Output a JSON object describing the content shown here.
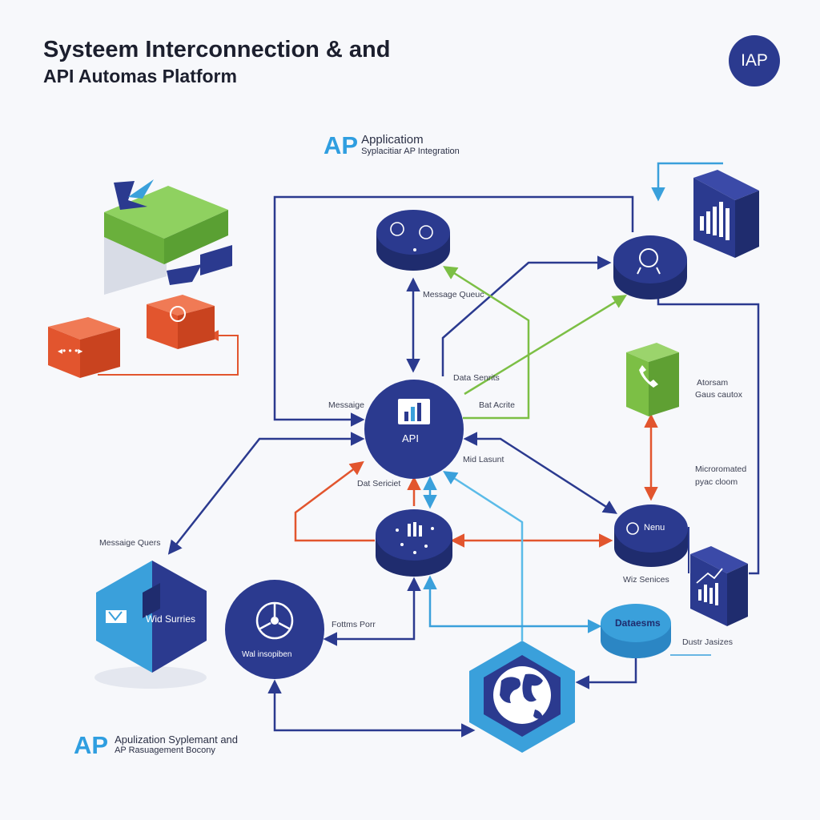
{
  "header": {
    "title_line1": "Systeem Interconnection & and",
    "title_line2": "API Automas Platform",
    "badge": "IAP"
  },
  "brand_top": {
    "mark": "AP",
    "title": "Applicatiom",
    "subtitle": "Syplacitiar AP Integration"
  },
  "brand_bottom": {
    "mark": "AP",
    "line1": "Apulization Syplemant and",
    "line2": "AP Rasuagement Bocony"
  },
  "nodes": {
    "api_hub": "API",
    "db_services": "Dataesms",
    "web_services_box": "Wid Surries",
    "web_integration": "Wal insopiben",
    "menu_node": "Nenu"
  },
  "labels": {
    "message_queue_top": "Message Queuc",
    "data_services": "Data Senrits",
    "messaging": "Messaige",
    "bat_active": "Bat Acrite",
    "mid_layout": "Mid Lasunt",
    "data_service_left": "Dat Sericiet",
    "message_queues_left": "Messaige Quers",
    "external_cloud_line1": "Atorsam",
    "external_cloud_line2": "Gaus cautox",
    "microservices_line1": "Microromated",
    "microservices_line2": "pyac cloom",
    "web_services": "Wiz Senices",
    "external_apis": "Fottms Porr",
    "database_line": "Dustr Jasizes"
  },
  "colors": {
    "navy": "#2b3a8f",
    "green": "#7cbf45",
    "orange": "#e2552e",
    "sky": "#3aa0db",
    "pale_sky": "#5bbbe8"
  }
}
